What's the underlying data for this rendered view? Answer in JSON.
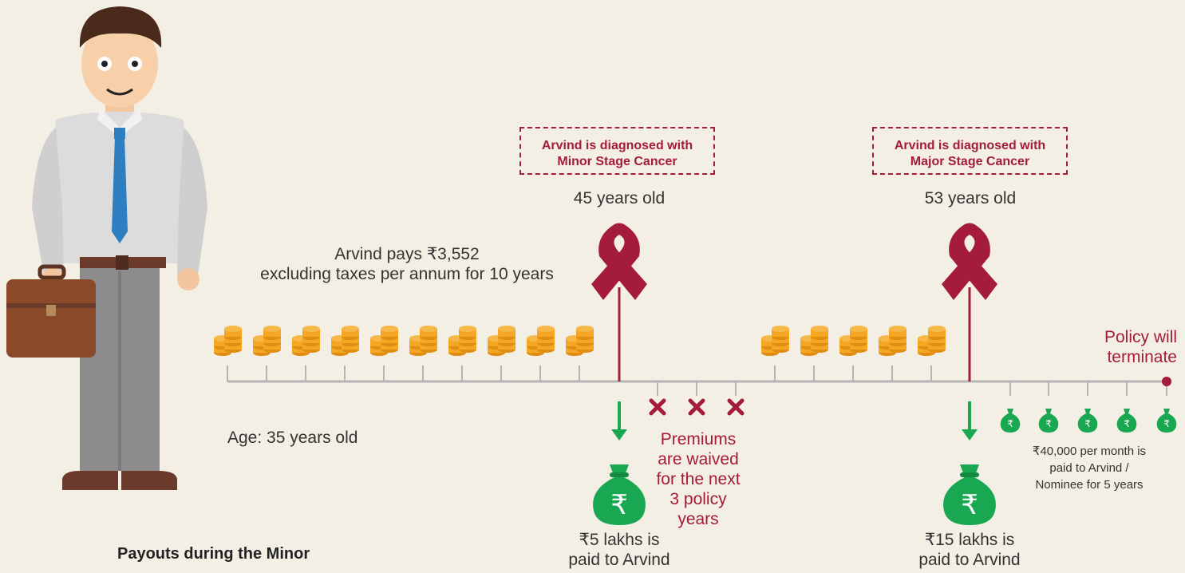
{
  "caption": "Payouts during the Minor",
  "premium_note": {
    "line1": "Arvind pays ₹3,552",
    "line2": "excluding taxes per annum for 10 years"
  },
  "start_age": "Age: 35 years old",
  "minor_event": {
    "line1": "Arvind is diagnosed with",
    "line2": "Minor Stage Cancer",
    "age": "45 years old",
    "payout_line1": "₹5 lakhs is",
    "payout_line2": "paid to Arvind"
  },
  "major_event": {
    "line1": "Arvind is diagnosed with",
    "line2": "Major Stage Cancer",
    "age": "53 years old",
    "payout_line1": "₹15 lakhs is",
    "payout_line2": "paid to Arvind"
  },
  "waiver_note": [
    "Premiums",
    "are waived",
    "for the next",
    "3 policy",
    "years"
  ],
  "end_note": [
    "Policy will",
    "terminate"
  ],
  "monthly_note": [
    "₹40,000 per month is",
    "paid to Arvind /",
    "Nominee for 5 years"
  ],
  "colors": {
    "background": "#f3efe4",
    "accent_red": "#a51b3a",
    "payout_green": "#1aa751",
    "coin_orange": "#f5a623",
    "timeline_grey": "#b5b5b5"
  },
  "icons": {
    "premium": "coin-stack-icon",
    "diagnosis": "cancer-ribbon-icon",
    "waived": "cross-icon",
    "payout": "money-bag-icon",
    "arrow": "arrow-down-icon"
  }
}
